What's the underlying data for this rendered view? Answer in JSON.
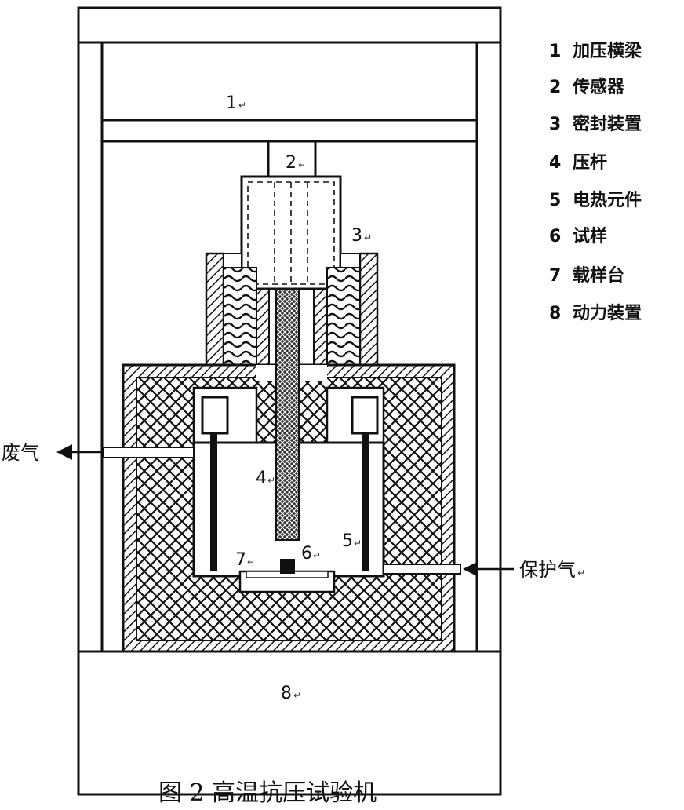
{
  "legend": [
    {
      "num": "1",
      "text": "加压横梁"
    },
    {
      "num": "2",
      "text": "传感器"
    },
    {
      "num": "3",
      "text": "密封装置"
    },
    {
      "num": "4",
      "text": "压杆"
    },
    {
      "num": "5",
      "text": "电热元件"
    },
    {
      "num": "6",
      "text": "试样"
    },
    {
      "num": "7",
      "text": "载样台"
    },
    {
      "num": "8",
      "text": "动力装置"
    }
  ],
  "labels": {
    "exhaust": "废气",
    "protective_gas": "保护气"
  },
  "caption": "图 2  高温抗压试验机",
  "return_mark": "↵"
}
